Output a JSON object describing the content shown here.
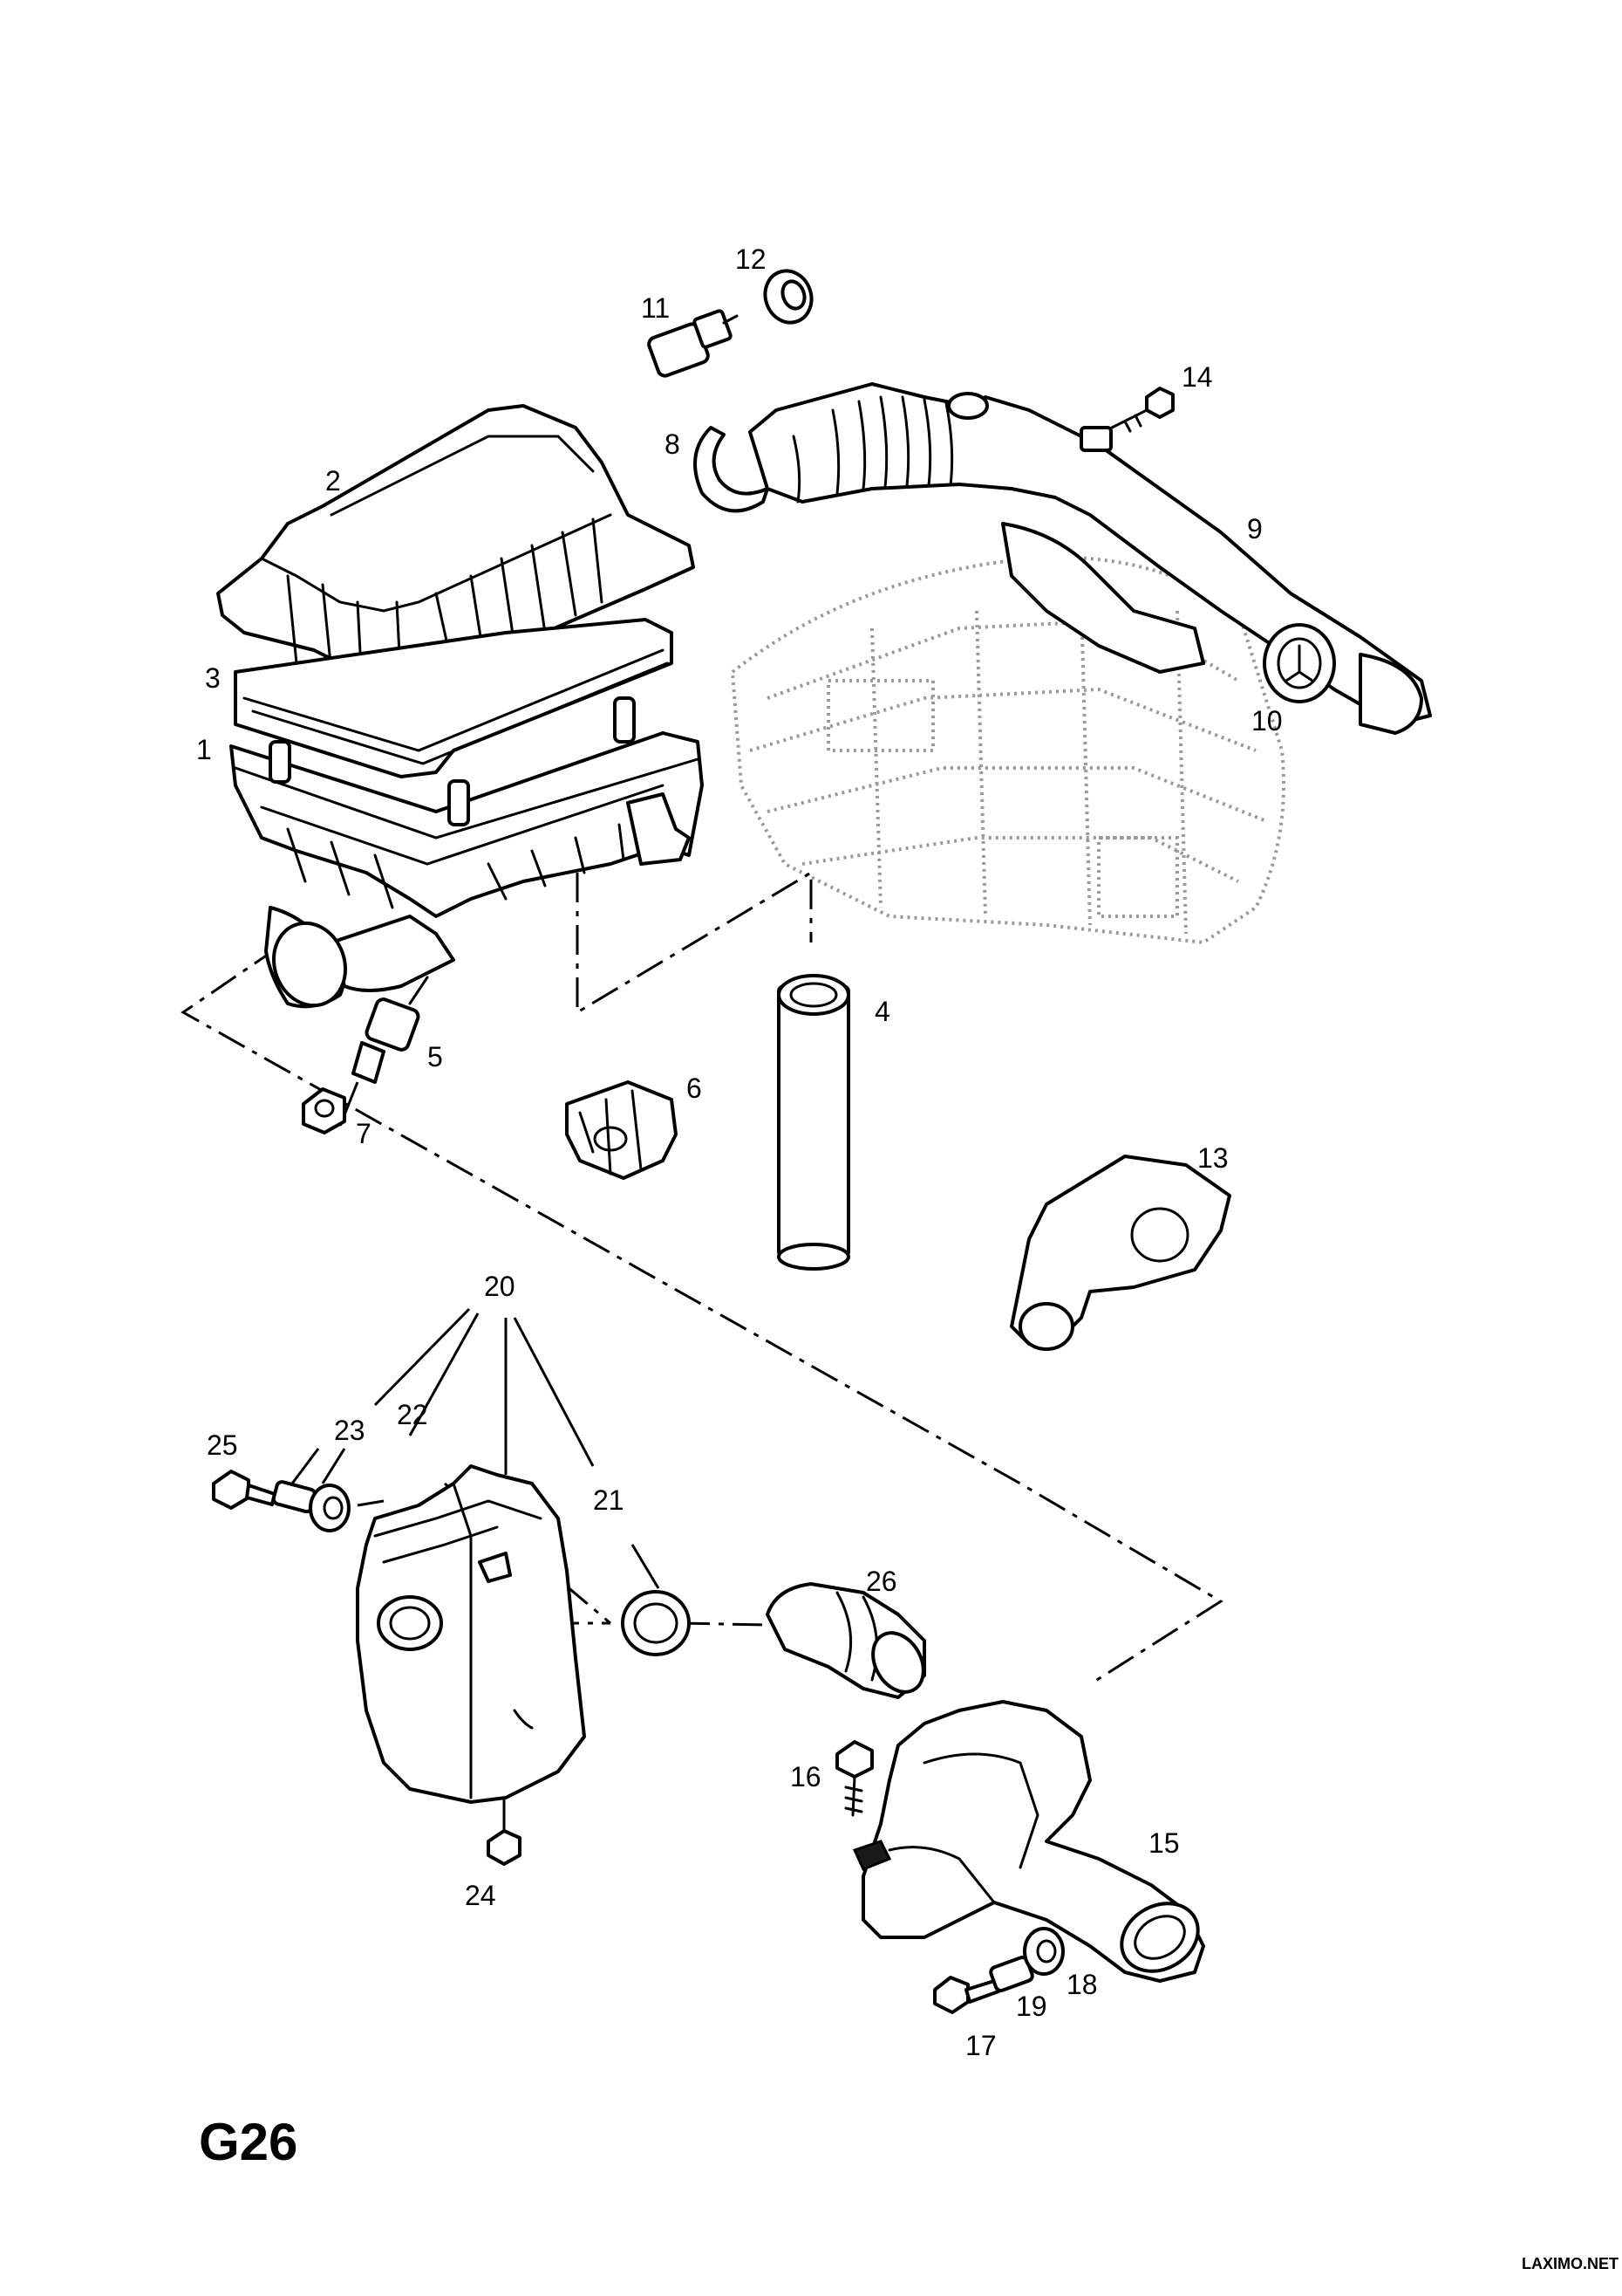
{
  "diagram": {
    "page_code": "G26",
    "watermark": "LAXIMO.NET",
    "callouts": [
      "1",
      "2",
      "3",
      "4",
      "5",
      "6",
      "7",
      "8",
      "9",
      "10",
      "11",
      "12",
      "13",
      "14",
      "15",
      "16",
      "17",
      "18",
      "19",
      "20",
      "21",
      "22",
      "23",
      "24",
      "25",
      "26"
    ]
  }
}
